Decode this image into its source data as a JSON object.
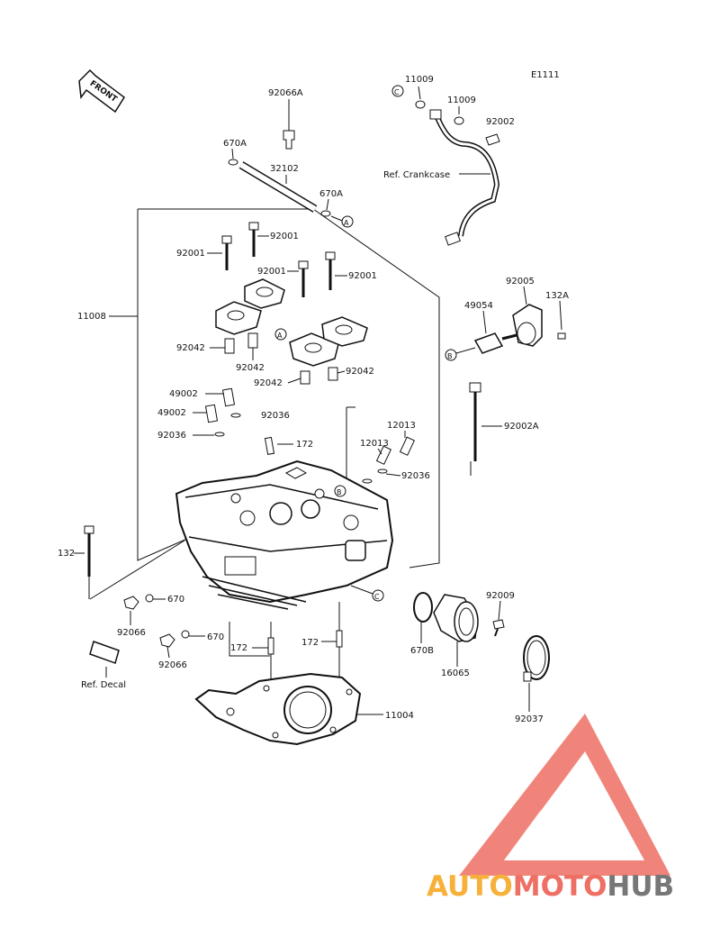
{
  "diagram_code": "E1111",
  "front_label": "FRONT",
  "callouts": {
    "a": "A",
    "b": "B",
    "c": "C"
  },
  "parts": {
    "p92066A": "92066A",
    "p670A_1": "670A",
    "p32102": "32102",
    "p670A_2": "670A",
    "p11009_1": "11009",
    "p11009_2": "11009",
    "p92002": "92002",
    "ref_crankcase": "Ref. Crankcase",
    "p92001_1": "92001",
    "p92001_2": "92001",
    "p92001_3": "92001",
    "p92001_4": "92001",
    "p11008": "11008",
    "p92042_1": "92042",
    "p92042_2": "92042",
    "p92042_3": "92042",
    "p92042_4": "92042",
    "p92005": "92005",
    "p49054": "49054",
    "p132A": "132A",
    "p49002_1": "49002",
    "p49002_2": "49002",
    "p92036_1": "92036",
    "p92036_2": "92036",
    "p92036_3": "92036",
    "p172_1": "172",
    "p12013_1": "12013",
    "p12013_2": "12013",
    "p92002A": "92002A",
    "p132": "132",
    "p670_1": "670",
    "p670_2": "670",
    "p92066_1": "92066",
    "p92066_2": "92066",
    "ref_decal": "Ref. Decal",
    "p172_2": "172",
    "p172_3": "172",
    "p92009": "92009",
    "p670B": "670B",
    "p16065": "16065",
    "p11004": "11004",
    "p92037": "92037"
  },
  "watermark": {
    "part1": "AUTO",
    "part2": "MOTO",
    "part3": "HUB",
    "color_auto": "#f7b13a",
    "color_moto": "#ee6f63",
    "color_hub": "#777777",
    "triangle_color": "#ee6f63"
  }
}
